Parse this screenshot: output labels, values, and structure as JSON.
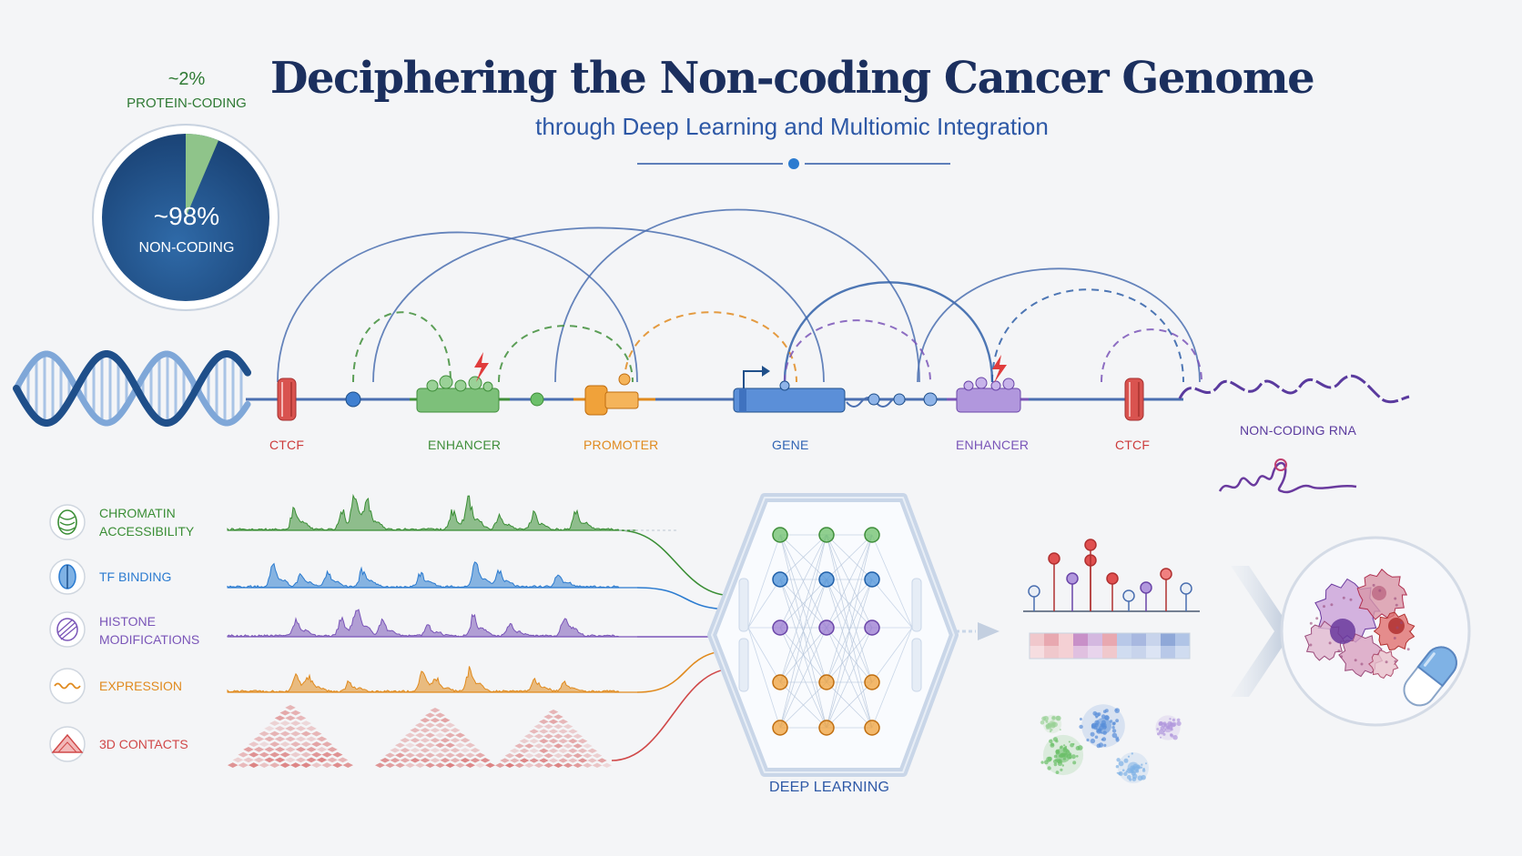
{
  "header": {
    "title": "Deciphering the Non-coding Cancer Genome",
    "subtitle": "through Deep Learning and Multiomic Integration"
  },
  "pie": {
    "protein_coding_pct": "~2%",
    "protein_coding_label": "PROTEIN-CODING",
    "non_coding_pct": "~98%",
    "non_coding_label": "NON-CODING",
    "protein_coding_fraction": 0.02,
    "colors": {
      "non_coding": "#1f4f8a",
      "protein_coding": "#8fc48a"
    }
  },
  "genome": {
    "elements": [
      {
        "label": "CTCF",
        "color": "#cc3b3b"
      },
      {
        "label": "ENHANCER",
        "color": "#3f8e3a"
      },
      {
        "label": "PROMOTER",
        "color": "#e08a1e"
      },
      {
        "label": "GENE",
        "color": "#2f63b3"
      },
      {
        "label": "ENHANCER",
        "color": "#7a55b8"
      },
      {
        "label": "CTCF",
        "color": "#cc3b3b"
      }
    ],
    "ncrna_label": "NON-CODING RNA"
  },
  "tracks": [
    {
      "label_line1": "CHROMATIN",
      "label_line2": "ACCESSIBILITY",
      "color": "#3a8e35",
      "icon": "chromatin-icon"
    },
    {
      "label_line1": "TF BINDING",
      "label_line2": "",
      "color": "#2b7bd0",
      "icon": "tf-binding-icon"
    },
    {
      "label_line1": "HISTONE",
      "label_line2": "MODIFICATIONS",
      "color": "#7a55b8",
      "icon": "histone-icon"
    },
    {
      "label_line1": "EXPRESSION",
      "label_line2": "",
      "color": "#e08a1e",
      "icon": "expression-icon"
    },
    {
      "label_line1": "3D CONTACTS",
      "label_line2": "",
      "color": "#d04848",
      "icon": "contacts-icon"
    }
  ],
  "model": {
    "label": "DEEP LEARNING"
  },
  "outputs": {
    "therapy_icon": "capsule-icon",
    "cells_icon": "cancer-cell-icon"
  }
}
